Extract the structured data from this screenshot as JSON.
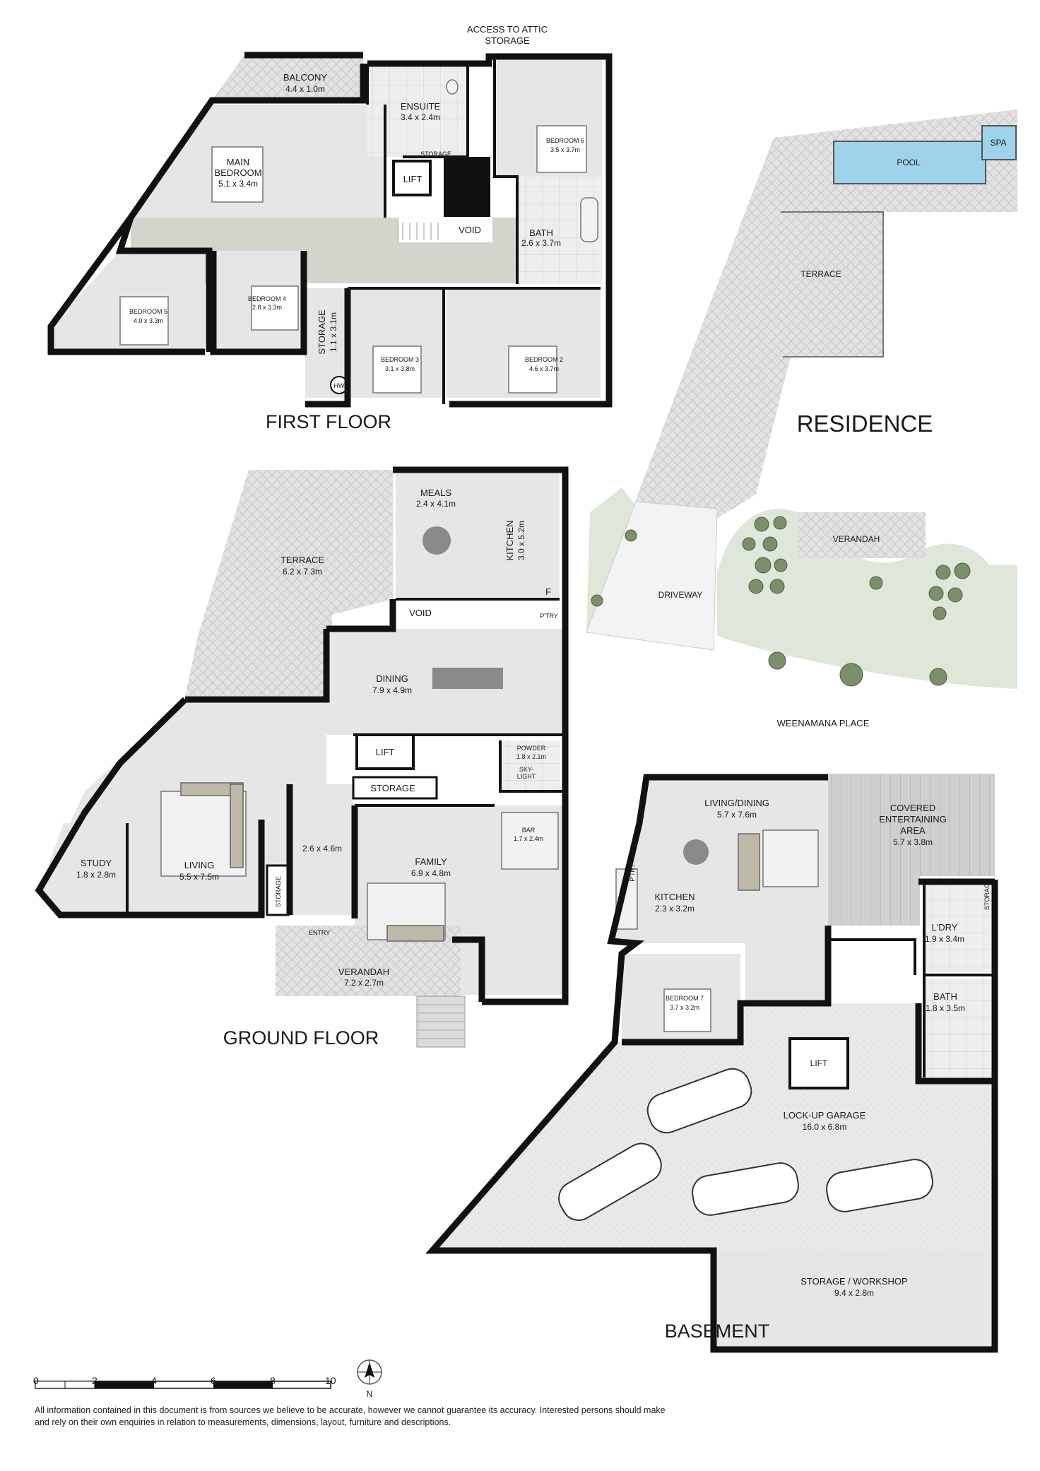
{
  "floors": {
    "first": "FIRST FLOOR",
    "ground": "GROUND FLOOR",
    "basement": "BASEMENT",
    "site": "RESIDENCE"
  },
  "first_floor": {
    "access": [
      "ACCESS TO ATTIC",
      "STORAGE"
    ],
    "balcony": {
      "name": "BALCONY",
      "dim": "4.4 x 1.0m"
    },
    "ensuite": {
      "name": "ENSUITE",
      "dim": "3.4 x 2.4m"
    },
    "bedroom6": {
      "name": "BEDROOM 6",
      "dim": "3.5 x 3.7m"
    },
    "main_bedroom": {
      "name1": "MAIN",
      "name2": "BEDROOM",
      "dim": "5.1 x 3.4m"
    },
    "storage": "STORAGE",
    "lift": "LIFT",
    "void": "VOID",
    "bath": {
      "name": "BATH",
      "dim": "2.6 x 3.7m"
    },
    "bedroom5": {
      "name": "BEDROOM 5",
      "dim": "4.0 x 3.3m"
    },
    "bedroom4": {
      "name": "BEDROOM 4",
      "dim": "2.8 x 3.3m"
    },
    "storage2": {
      "name": "STORAGE",
      "dim": "1.1 x 3.1m"
    },
    "hw": "HW",
    "bedroom3": {
      "name": "BEDROOM 3",
      "dim": "3.1 x 3.8m"
    },
    "bedroom2": {
      "name": "BEDROOM 2",
      "dim": "4.6 x 3.7m"
    }
  },
  "ground_floor": {
    "terrace": {
      "name": "TERRACE",
      "dim": "6.2 x 7.3m"
    },
    "meals": {
      "name": "MEALS",
      "dim": "2.4 x 4.1m"
    },
    "kitchen": {
      "name": "KITCHEN",
      "dim": "3.0 x 5.2m"
    },
    "fridge": "F",
    "pantry": "P'TRY",
    "void": "VOID",
    "dining": {
      "name": "DINING",
      "dim": "7.9 x 4.9m"
    },
    "lift": "LIFT",
    "powder": {
      "name": "POWDER",
      "dim": "1.8 x 2.1m"
    },
    "skylight": [
      "SKY-",
      "LIGHT"
    ],
    "storage": "STORAGE",
    "bar": {
      "name": "BAR",
      "dim": "1.7 x 2.4m"
    },
    "study": {
      "name": "STUDY",
      "dim": "1.8 x 2.8m"
    },
    "living": {
      "name": "LIVING",
      "dim": "5.5 x 7.5m"
    },
    "hall_dim": "2.6 x 4.6m",
    "storage2": "STORAGE",
    "family": {
      "name": "FAMILY",
      "dim": "6.9 x 4.8m"
    },
    "entry": "ENTRY",
    "verandah": {
      "name": "VERANDAH",
      "dim": "7.2 x 2.7m"
    }
  },
  "site": {
    "spa": "SPA",
    "pool": "POOL",
    "terrace": "TERRACE",
    "verandah": "VERANDAH",
    "driveway": "DRIVEWAY",
    "street": "WEENAMANA PLACE"
  },
  "basement": {
    "living_dining": {
      "name": "LIVING/DINING",
      "dim": "5.7 x 7.6m"
    },
    "covered": {
      "name1": "COVERED",
      "name2": "ENTERTAINING",
      "name3": "AREA",
      "dim": "5.7 x 3.8m"
    },
    "pantry": "P'TRY",
    "kitchen": {
      "name": "KITCHEN",
      "dim": "2.3 x 3.2m"
    },
    "laundry": {
      "name": "L'DRY",
      "dim": "1.9 x 3.4m"
    },
    "storage_small": "STORAGE",
    "bath": {
      "name": "BATH",
      "dim": "1.8 x 3.5m"
    },
    "bedroom7": {
      "name": "BEDROOM 7",
      "dim": "3.7 x 3.2m"
    },
    "lift": "LIFT",
    "garage": {
      "name": "LOCK-UP GARAGE",
      "dim": "16.0 x 6.8m"
    },
    "workshop": {
      "name": "STORAGE / WORKSHOP",
      "dim": "9.4 x 2.8m"
    }
  },
  "scale": {
    "ticks": [
      "0",
      "2",
      "4",
      "6",
      "8",
      "10"
    ],
    "north": "N"
  },
  "disclaimer": "All information contained in this document is from sources we believe to be accurate, however we cannot guarantee its accuracy. Interested persons should make and rely on their own enquiries in relation to measurements, dimensions, layout, furniture and descriptions."
}
